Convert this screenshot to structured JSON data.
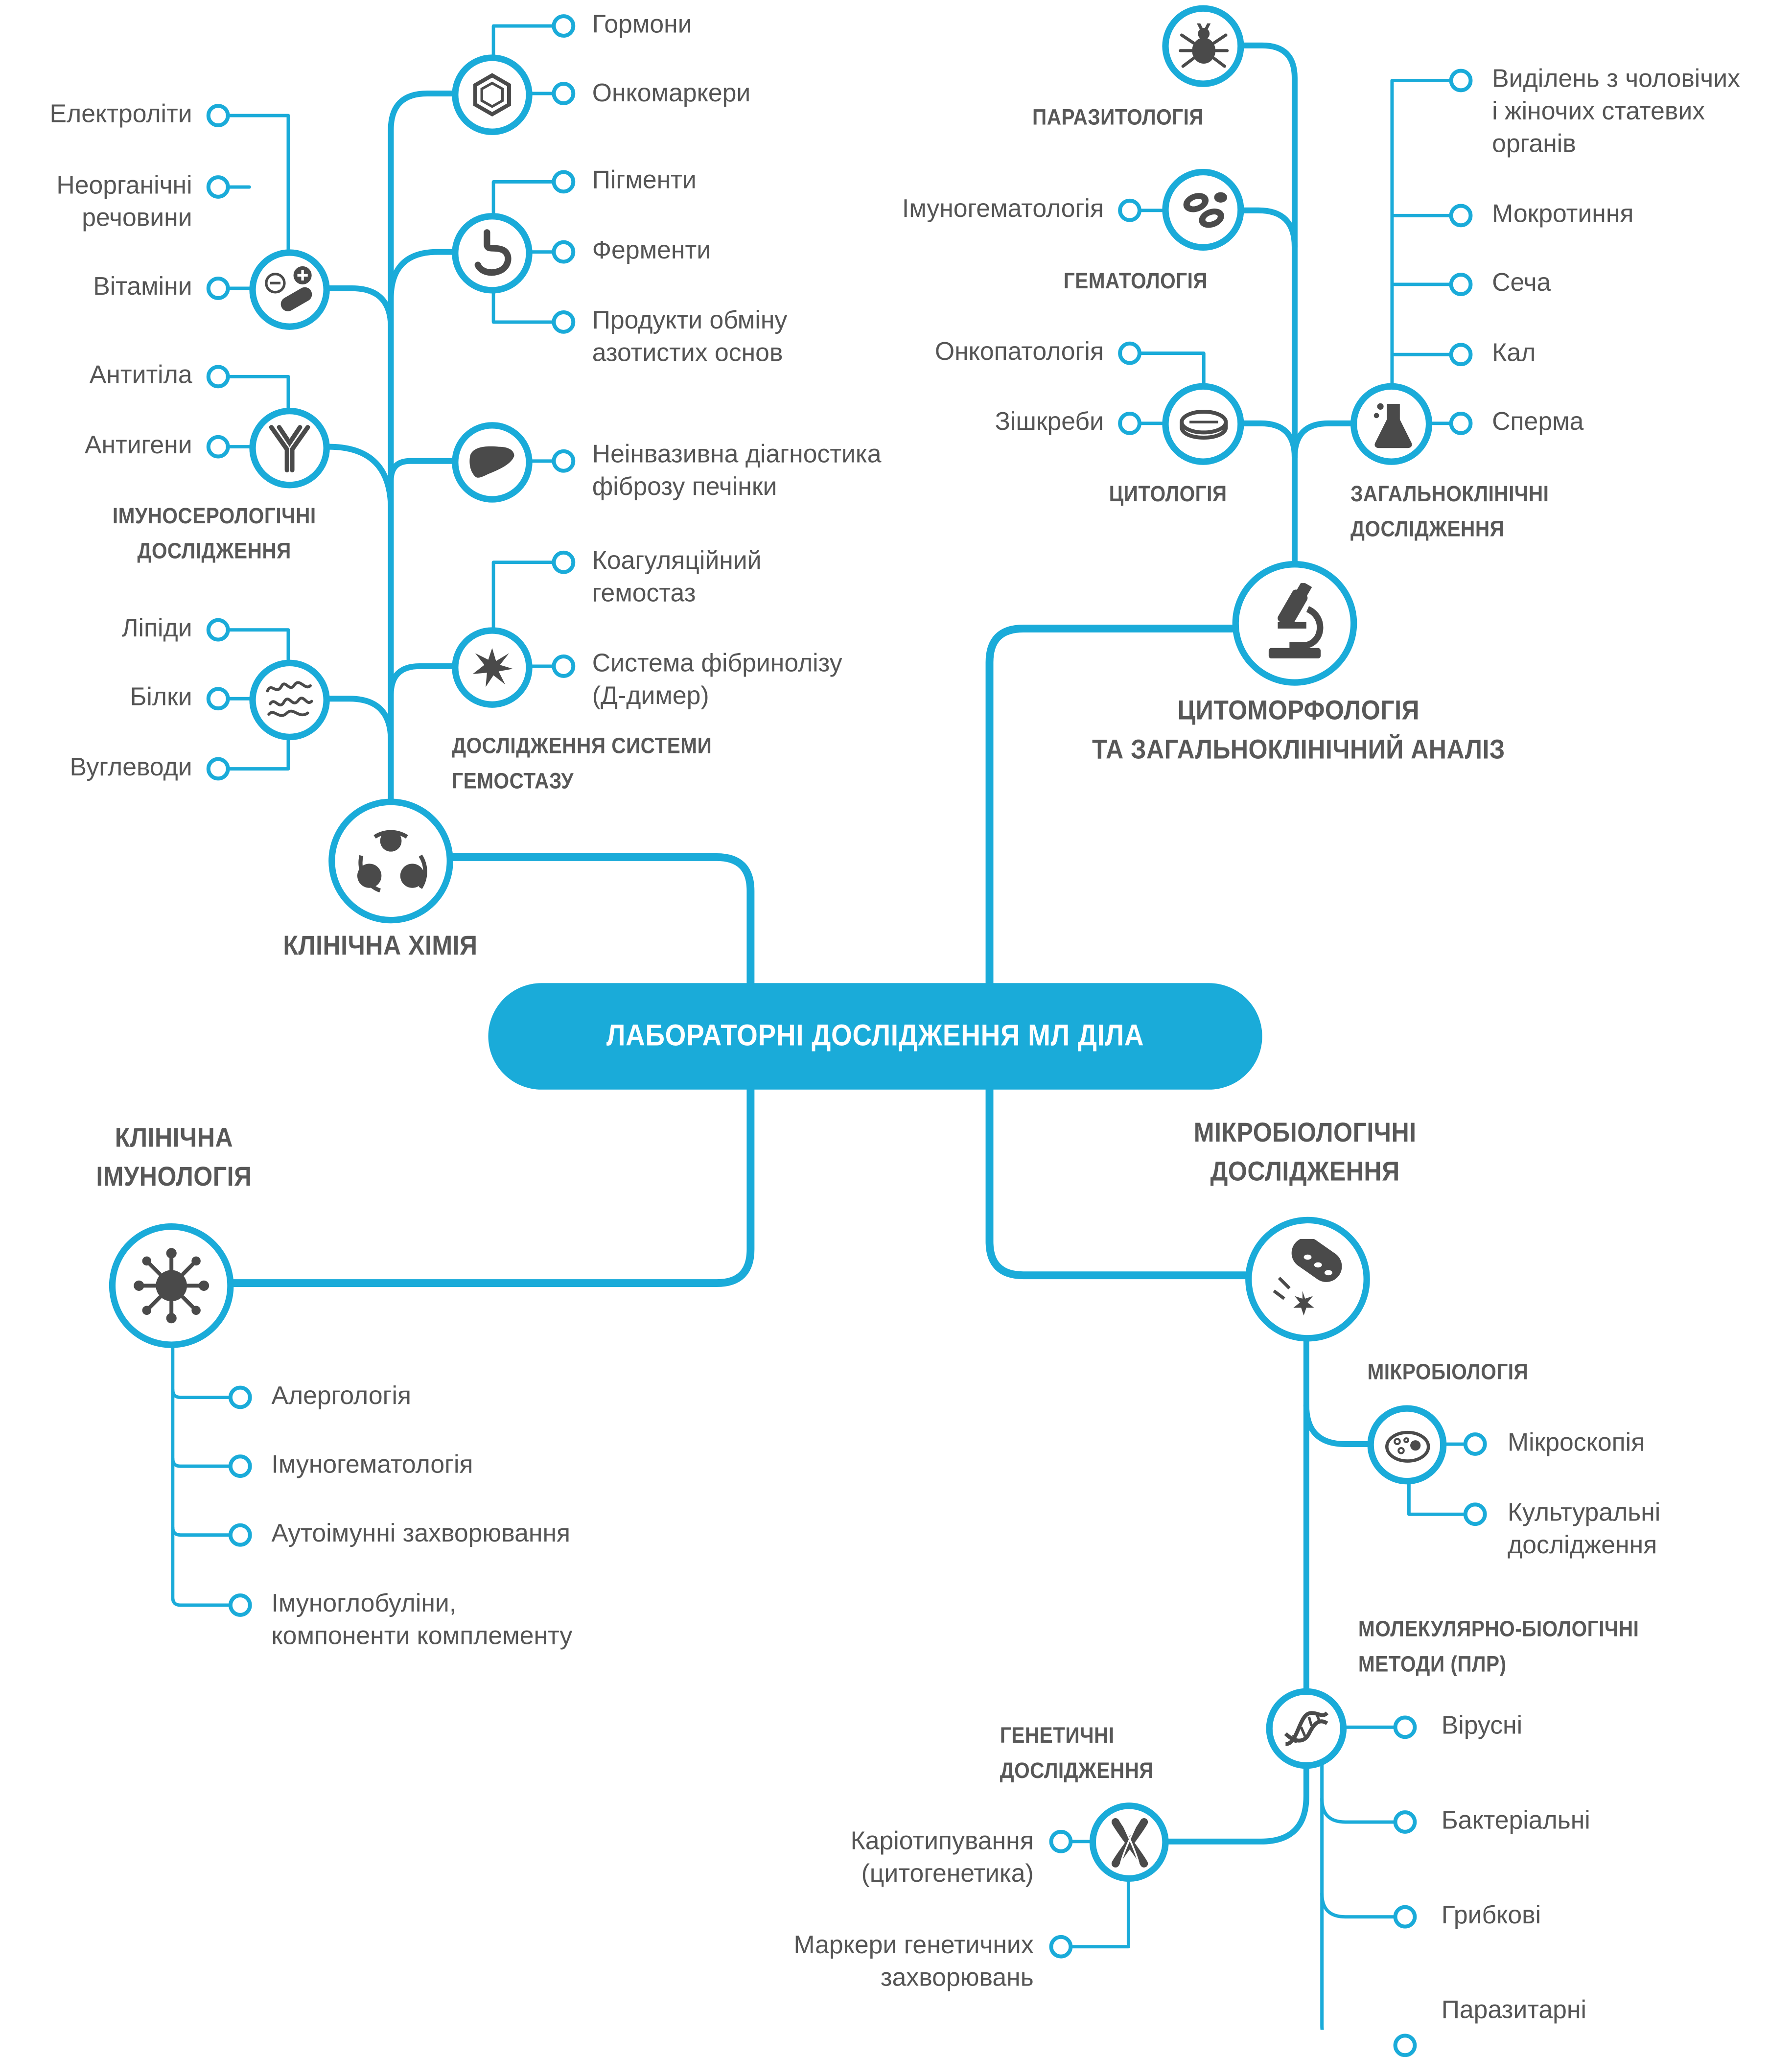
{
  "colors": {
    "accent": "#1aabd9",
    "text": "#555555",
    "heading": "#585858",
    "icon": "#4a4a4a"
  },
  "center": {
    "title": "ЛАБОРАТОРНІ ДОСЛІДЖЕННЯ МЛ ДІЛА"
  },
  "clinical_chemistry": {
    "title": "КЛІНІЧНА ХІМІЯ",
    "icon": "molecule-icon",
    "hormones": {
      "icon": "benzene-ring-icon",
      "items": [
        "Гормони",
        "Онкомаркери"
      ]
    },
    "pigments": {
      "icon": "stomach-icon",
      "items": [
        "Пігменти",
        "Ферменти",
        "Продукти обміну\nазотистих основ"
      ]
    },
    "liver": {
      "icon": "liver-icon",
      "items": [
        "Неінвазивна діагностика\nфіброзу печінки"
      ]
    },
    "hemostasis": {
      "title": "ДОСЛІДЖЕННЯ СИСТЕМИ\nГЕМОСТАЗУ",
      "icon": "star-burst-icon",
      "items": [
        "Коагуляційний\nгемостаз",
        "Система фібринолізу\n(Д-димер)"
      ]
    },
    "electrolytes": {
      "icon": "pill-icon",
      "items": [
        "Електроліти",
        "Неорганічні\nречовини",
        "Вітаміни"
      ]
    },
    "immunoserology": {
      "title": "ІМУНОСЕРОЛОГІЧНІ\nДОСЛІДЖЕННЯ",
      "icon": "antibody-icon",
      "items": [
        "Антитіла",
        "Антигени"
      ]
    },
    "lipids": {
      "icon": "protein-chain-icon",
      "items": [
        "Ліпіди",
        "Білки",
        "Вуглеводи"
      ]
    }
  },
  "cytomorphology": {
    "title": "ЦИТОМОРФОЛОГІЯ\nТА ЗАГАЛЬНОКЛІНІЧНИЙ АНАЛІЗ",
    "icon": "microscope-icon",
    "parasitology": {
      "title": "ПАРАЗИТОЛОГІЯ",
      "icon": "tick-icon"
    },
    "hematology": {
      "title": "ГЕМАТОЛОГІЯ",
      "icon": "blood-cells-icon",
      "items": [
        "Імуногематологія"
      ]
    },
    "cytology": {
      "title": "ЦИТОЛОГІЯ",
      "icon": "petri-dish-icon",
      "items": [
        "Онкопатологія",
        "Зішкреби"
      ]
    },
    "general": {
      "title": "ЗАГАЛЬНОКЛІНІЧНІ\nДОСЛІДЖЕННЯ",
      "icon": "flask-icon",
      "items": [
        "Виділень з чоловічих\nі жіночих статевих\nорганів",
        "Мокротиння",
        "Сеча",
        "Кал",
        "Сперма"
      ]
    }
  },
  "clinical_immunology": {
    "title": "КЛІНІЧНА\nІМУНОЛОГІЯ",
    "icon": "virus-icon",
    "items": [
      "Алергологія",
      "Імуногематологія",
      "Аутоімунні захворювання",
      "Імуноглобуліни,\nкомпоненти комплементу"
    ]
  },
  "microbiology": {
    "title": "МІКРОБІОЛОГІЧНІ\nДОСЛІДЖЕННЯ",
    "icon": "bacterium-icon",
    "micro": {
      "title": "МІКРОБІОЛОГІЯ",
      "icon": "cell-icon",
      "items": [
        "Мікроскопія",
        "Культуральні\nдослідження"
      ]
    },
    "molecular": {
      "title": "МОЛЕКУЛЯРНО-БІОЛОГІЧНІ\nМЕТОДИ (ПЛР)",
      "icon": "dna-icon",
      "items": [
        "Вірусні",
        "Бактеріальні",
        "Грибкові",
        "Паразитарні"
      ]
    },
    "genetic": {
      "title": "ГЕНЕТИЧНІ\nДОСЛІДЖЕННЯ",
      "icon": "chromosome-icon",
      "items": [
        "Каріотипування\n(цитогенетика)",
        "Маркери генетичних\nзахворювань"
      ]
    }
  }
}
